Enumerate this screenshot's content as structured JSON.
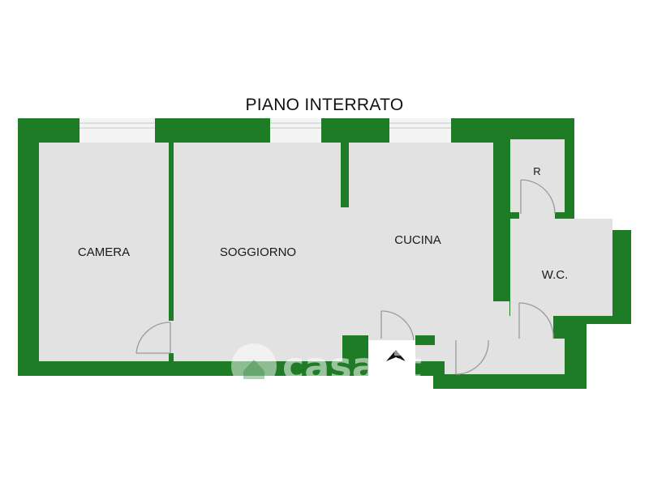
{
  "plan": {
    "title": "PIANO INTERRATO",
    "rooms": {
      "camera": "CAMERA",
      "soggiorno": "SOGGIORNO",
      "cucina": "CUCINA",
      "wc": "W.C.",
      "r": "R"
    },
    "watermark": "casa.it",
    "colors": {
      "wall": "#1e7b26",
      "floor": "#e2e2e2",
      "window": "#f4f4f4",
      "door_line": "#9a9a9a",
      "entrance_marker": "#111111"
    }
  }
}
